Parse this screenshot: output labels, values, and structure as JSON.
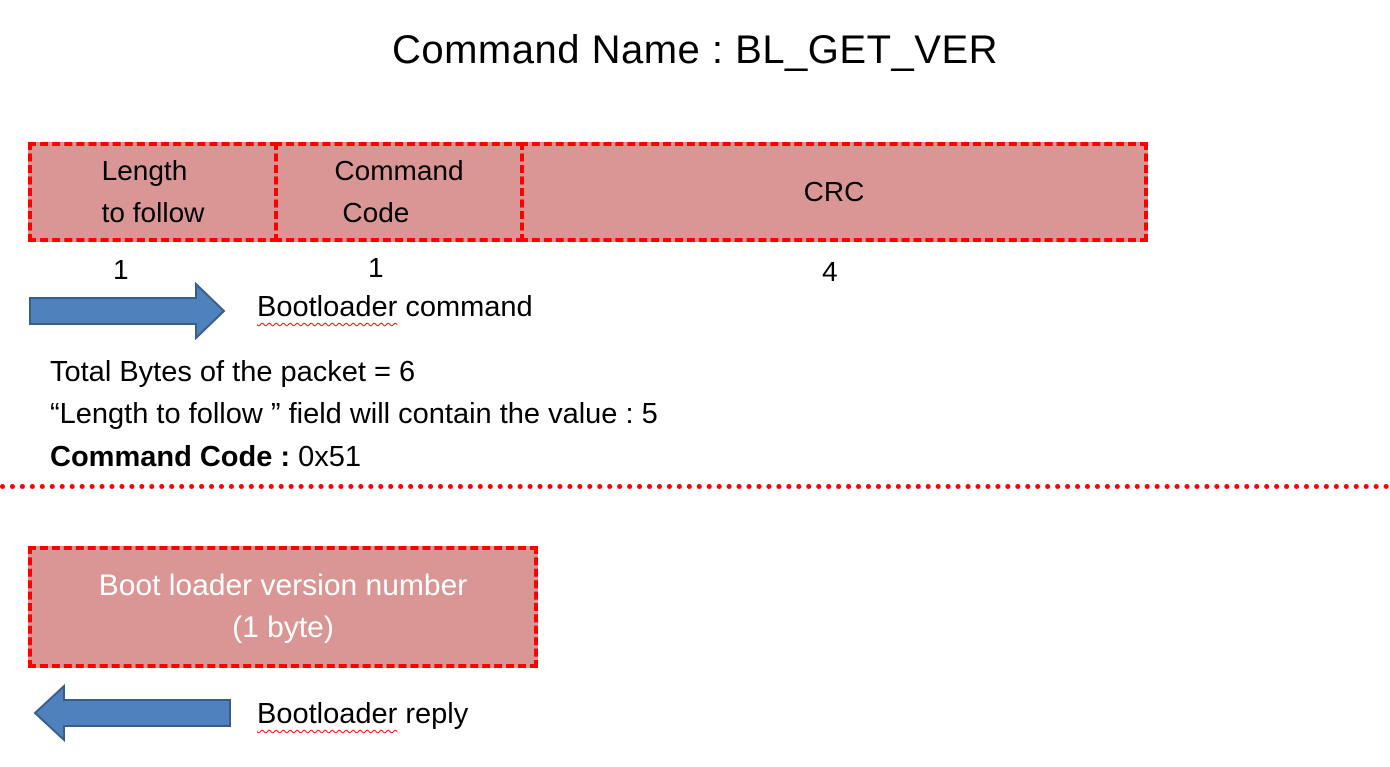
{
  "title": "Command Name : BL_GET_VER",
  "packet": {
    "fields": [
      {
        "label_line1": "Length",
        "label_line2": "to follow",
        "size": "1"
      },
      {
        "label_line1": "Command",
        "label_line2": "Code",
        "size": "1"
      },
      {
        "label_line1": "CRC",
        "label_line2": "",
        "size": "4"
      }
    ],
    "direction_label_word1": "Bootloader",
    "direction_label_word2": " command"
  },
  "info": {
    "total_bytes": "Total Bytes of the packet = 6",
    "length_field": "“Length to follow ” field will contain the value : 5",
    "command_code_label": "Command Code : ",
    "command_code_value": "0x51"
  },
  "reply": {
    "box_line1": "Boot loader version number",
    "box_line2": "(1 byte)",
    "direction_label_word1": "Bootloader",
    "direction_label_word2": " reply"
  },
  "colors": {
    "field_fill": "#da9694",
    "field_border": "#ff0000",
    "arrow_fill": "#4f81bd",
    "arrow_stroke": "#385d8a"
  }
}
